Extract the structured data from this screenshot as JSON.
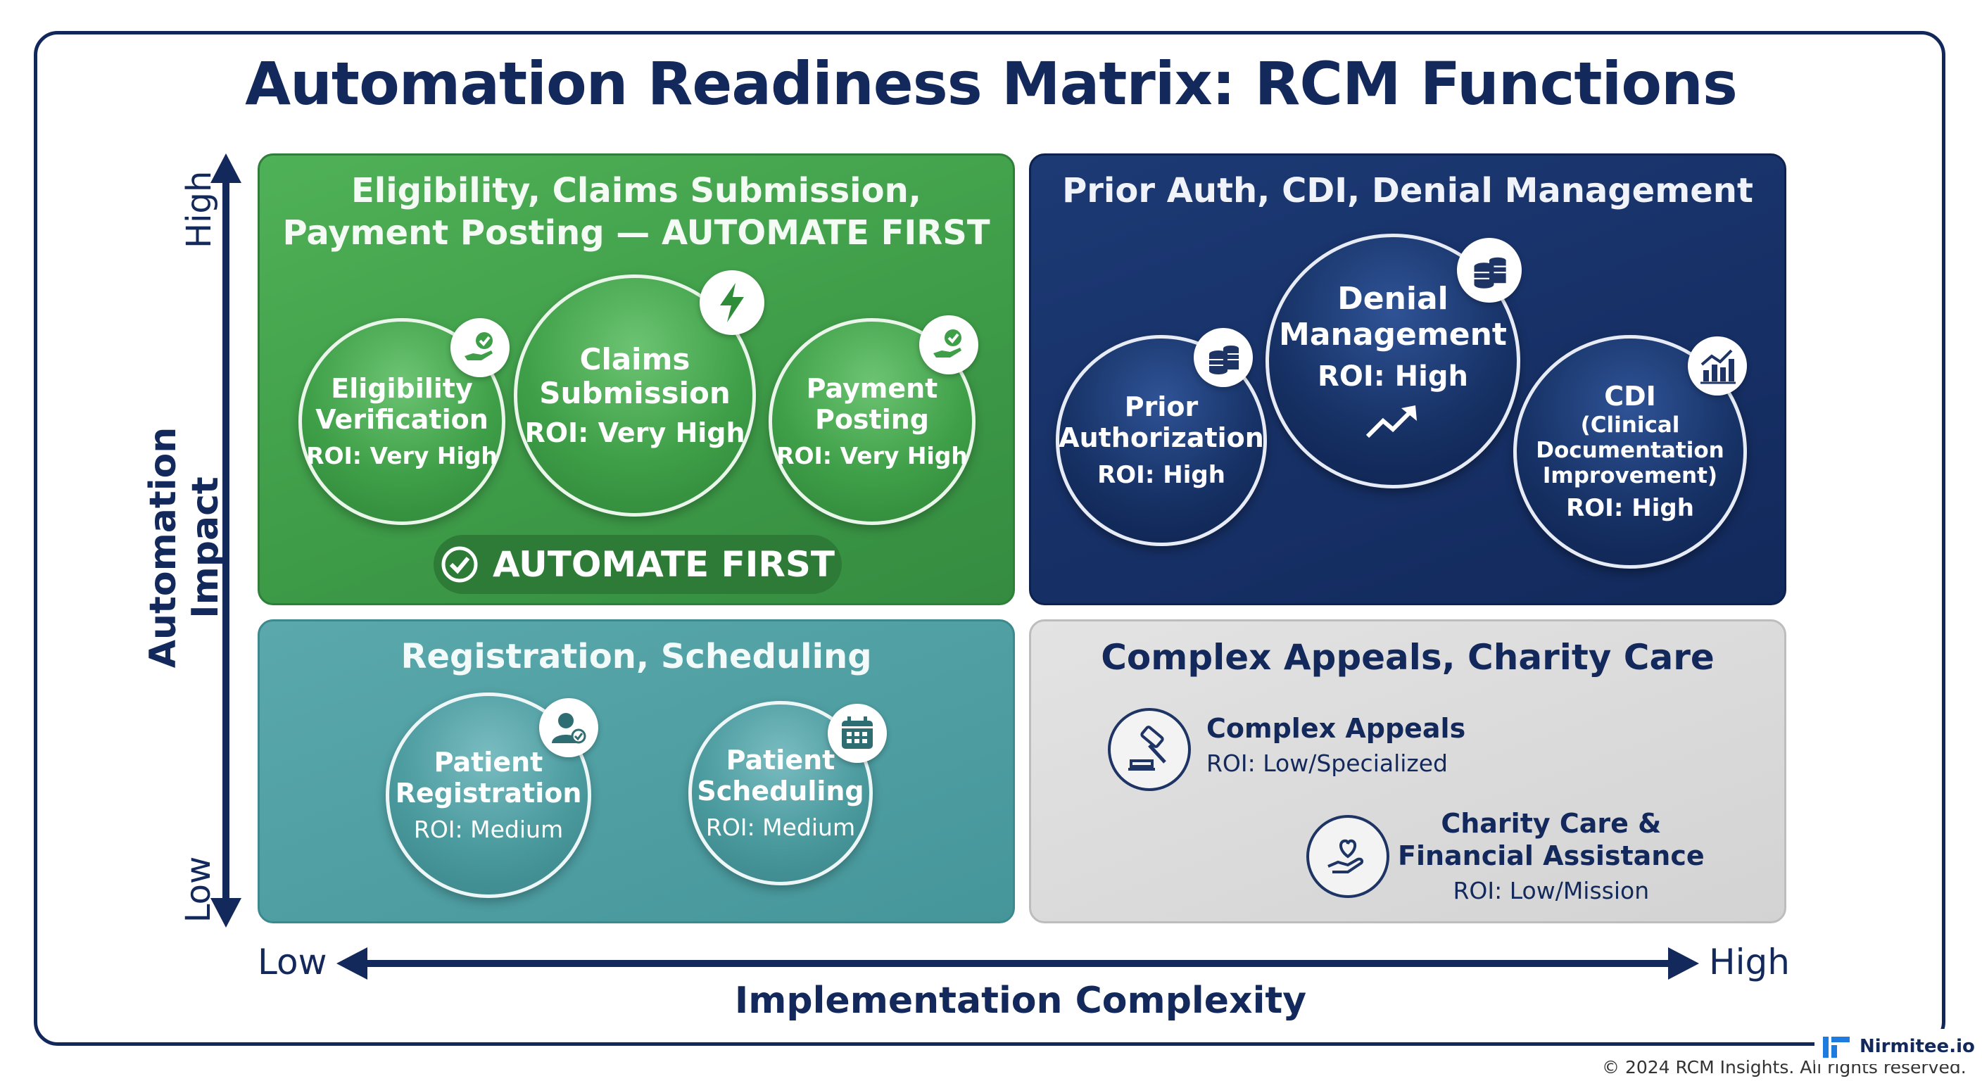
{
  "title": "Automation Readiness Matrix: RCM Functions",
  "axes": {
    "y_label": "Automation Impact",
    "y_high": "High",
    "y_low": "Low",
    "x_label": "Implementation Complexity",
    "x_low": "Low",
    "x_high": "High"
  },
  "quadrants": {
    "top_left": {
      "title_line1": "Eligibility, Claims Submission,",
      "title_line2": "Payment Posting — AUTOMATE FIRST",
      "pill": "AUTOMATE FIRST",
      "items": [
        {
          "name_line1": "Eligibility",
          "name_line2": "Verification",
          "roi": "ROI: Very High"
        },
        {
          "name_line1": "Claims",
          "name_line2": "Submission",
          "roi": "ROI: Very High"
        },
        {
          "name_line1": "Payment",
          "name_line2": "Posting",
          "roi": "ROI: Very High"
        }
      ]
    },
    "top_right": {
      "title": "Prior Auth, CDI, Denial Management",
      "items": [
        {
          "name_line1": "Prior",
          "name_line2": "Authorization",
          "roi": "ROI: High"
        },
        {
          "name_line1": "Denial",
          "name_line2": "Management",
          "roi": "ROI: High"
        },
        {
          "name_line1": "CDI",
          "name_line2": "(Clinical",
          "name_line3": "Documentation",
          "name_line4": "Improvement)",
          "roi": "ROI: High"
        }
      ]
    },
    "bottom_left": {
      "title": "Registration, Scheduling",
      "items": [
        {
          "name_line1": "Patient",
          "name_line2": "Registration",
          "roi": "ROI: Medium"
        },
        {
          "name_line1": "Patient",
          "name_line2": "Scheduling",
          "roi": "ROI: Medium"
        }
      ]
    },
    "bottom_right": {
      "title": "Complex Appeals, Charity Care",
      "items": [
        {
          "name": "Complex Appeals",
          "roi": "ROI: Low/Specialized"
        },
        {
          "name_line1": "Charity Care &",
          "name_line2": "Financial Assistance",
          "roi": "ROI: Low/Mission"
        }
      ]
    }
  },
  "footer": {
    "copyright": "© 2024 RCM Insights. All rights reserved.",
    "brand": "Nirmitee.io"
  },
  "colors": {
    "navy": "#13285b",
    "green": "#3f9f48",
    "teal": "#4a9a9e",
    "gray": "#d8d8d8"
  }
}
